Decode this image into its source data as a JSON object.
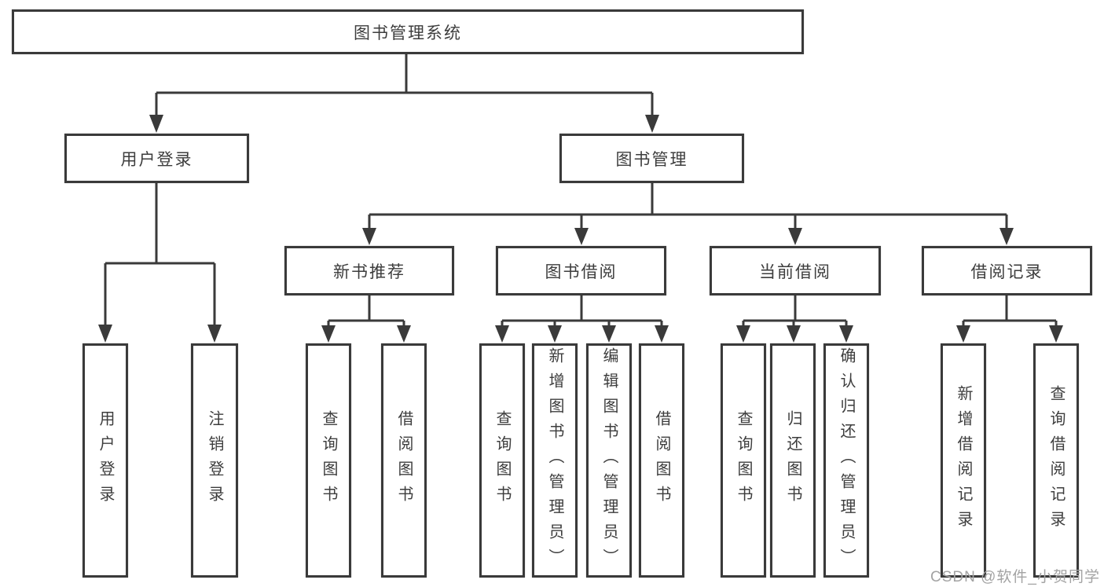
{
  "tree": {
    "root": {
      "label": "图书管理系统"
    },
    "children": [
      {
        "label": "用户登录",
        "children": [
          {
            "label": "用户登录"
          },
          {
            "label": "注销登录"
          }
        ]
      },
      {
        "label": "图书管理",
        "children": [
          {
            "label": "新书推荐",
            "children": [
              {
                "label": "查询图书"
              },
              {
                "label": "借阅图书"
              }
            ]
          },
          {
            "label": "图书借阅",
            "children": [
              {
                "label": "查询图书"
              },
              {
                "label": "新增图书（管理员）"
              },
              {
                "label": "编辑图书（管理员）"
              },
              {
                "label": "借阅图书"
              }
            ]
          },
          {
            "label": "当前借阅",
            "children": [
              {
                "label": "查询图书"
              },
              {
                "label": "归还图书"
              },
              {
                "label": "确认归还（管理员）"
              }
            ]
          },
          {
            "label": "借阅记录",
            "children": [
              {
                "label": "新增借阅记录"
              },
              {
                "label": "查询借阅记录"
              }
            ]
          }
        ]
      }
    ]
  },
  "watermark": {
    "text": "CSDN @软件_小贺同学"
  },
  "colors": {
    "line": "#3a3a3a",
    "box_border": "#3a3a3a",
    "box_fill": "#ffffff",
    "text": "#3d3d3d",
    "watermark": "#a3a3a3",
    "background": "#ffffff"
  }
}
